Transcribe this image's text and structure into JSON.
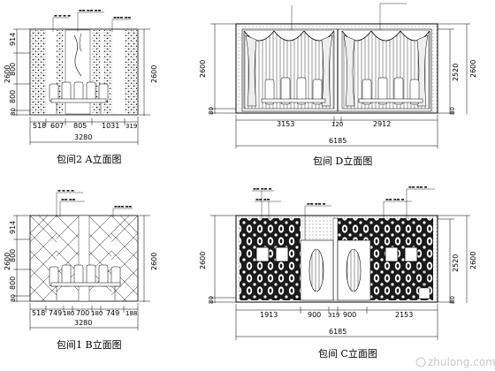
{
  "panels": {
    "a": {
      "caption": "包间2 A立面图",
      "heights": [
        "914",
        "800",
        "800",
        "80"
      ],
      "total_height": "2600",
      "widths": [
        "518",
        "607",
        "805",
        "1031",
        "319"
      ],
      "total_width": "3280"
    },
    "d": {
      "caption": "包间 D立面图",
      "total_height": "2600",
      "right_total_height": "2520",
      "right_base": "80",
      "widths": [
        "3153",
        "120",
        "2912"
      ],
      "total_width": "6185"
    },
    "b": {
      "caption": "包间1 B立面图",
      "heights": [
        "914",
        "800",
        "800",
        "80"
      ],
      "total_height": "2600",
      "widths": [
        "518",
        "749",
        "180",
        "700",
        "180",
        "749",
        "188"
      ],
      "total_width": "3280"
    },
    "c": {
      "caption": "包间 C立面图",
      "total_height": "2600",
      "right_total_height": "2520",
      "right_base": "80",
      "widths": [
        "1913",
        "900",
        "319",
        "900",
        "2153"
      ],
      "total_width": "6185"
    }
  },
  "watermark": "zhulong.com"
}
